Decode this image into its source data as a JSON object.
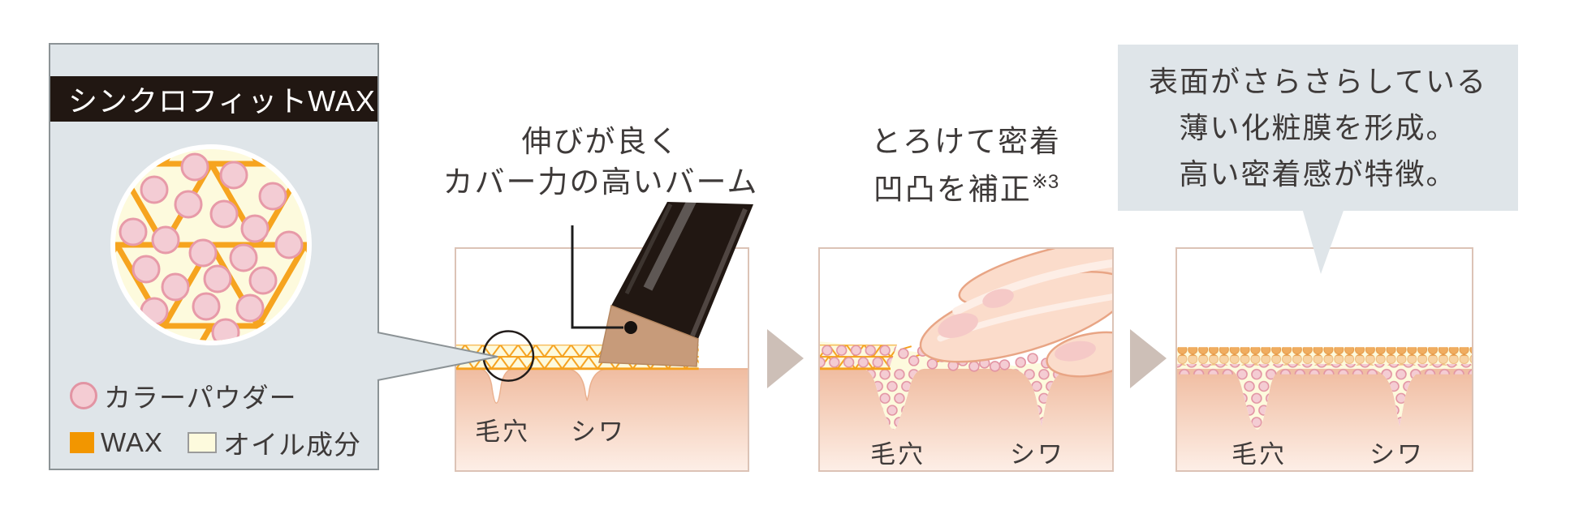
{
  "left_panel": {
    "title": "シンクロフィットWAX",
    "legend": [
      {
        "label": "カラーパウダー"
      },
      {
        "label": "WAX"
      },
      {
        "label": "オイル成分"
      }
    ]
  },
  "captions": {
    "step1": {
      "line1": "伸びが良く",
      "line2": "カバー力の高いバーム"
    },
    "step2": {
      "line1": "とろけて密着",
      "line2": "凹凸を補正",
      "footnote": "※3"
    }
  },
  "bubble": {
    "line1": "表面がさらさらしている",
    "line2": "薄い化粧膜を形成。",
    "line3": "高い密着感が特徴。"
  },
  "skin_labels": {
    "step1": {
      "pore": "毛穴",
      "wrinkle": "シワ"
    },
    "step2": {
      "pore": "毛穴",
      "wrinkle": "シワ"
    },
    "step3": {
      "pore": "毛穴",
      "wrinkle": "シワ"
    }
  },
  "icons": {
    "powder_swatch": "color-powder-dot-icon",
    "wax_swatch": "wax-square-icon",
    "oil_swatch": "oil-square-icon",
    "step_arrow": "arrow-right-icon"
  },
  "colors": {
    "panel_bg": "#dfe5e9",
    "panel_border": "#8c9396",
    "title_bar_bg": "#211712",
    "title_text": "#ffffff",
    "wax_orange": "#f5a11d",
    "oil_cream": "#fdfadd",
    "powder_pink_fill": "#f4ccd3",
    "powder_pink_stroke": "#e294a3",
    "skin_top": "#f0bca0",
    "skin_bottom": "#fdeee6",
    "illustration_border": "#dcc3b6",
    "arrow_taupe": "#cdbfb7",
    "text_dark": "#3e3a39"
  }
}
